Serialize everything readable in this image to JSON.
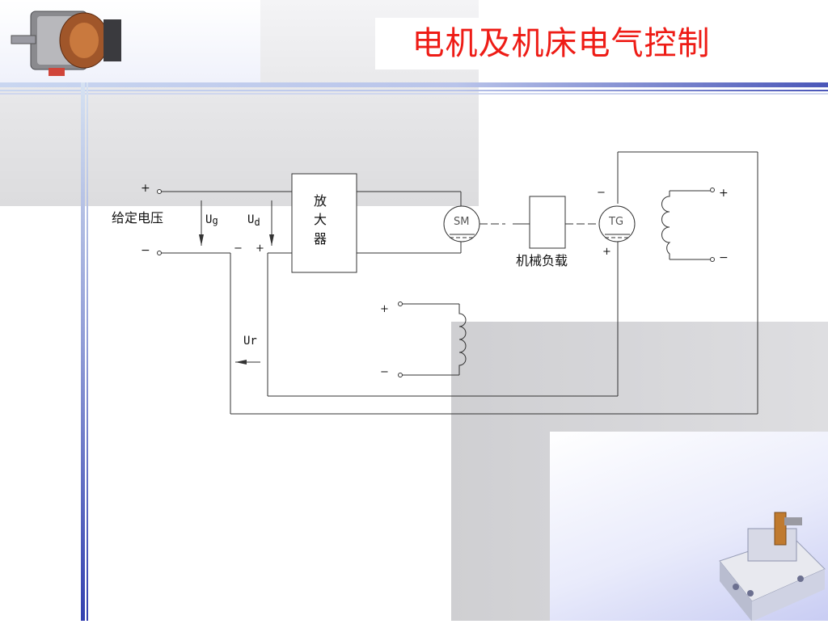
{
  "slide": {
    "title": "电机及机床电气控制"
  },
  "circuit": {
    "input_label": "给定电压",
    "input_plus": "+",
    "input_minus": "−",
    "ug_label": "U",
    "ug_sub": "g",
    "ud_label": "U",
    "ud_sub": "d",
    "ud_minus": "−",
    "ud_plus": "+",
    "amplifier_chars": [
      "放",
      "大",
      "器"
    ],
    "sm_label": "SM",
    "tg_label": "TG",
    "load_label": "机械负载",
    "tg_minus": "−",
    "tg_plus": "+",
    "coil_right_plus": "+",
    "coil_right_minus": "−",
    "coil_bottom_plus": "+",
    "coil_bottom_minus": "−",
    "ur_label": "Ur"
  }
}
